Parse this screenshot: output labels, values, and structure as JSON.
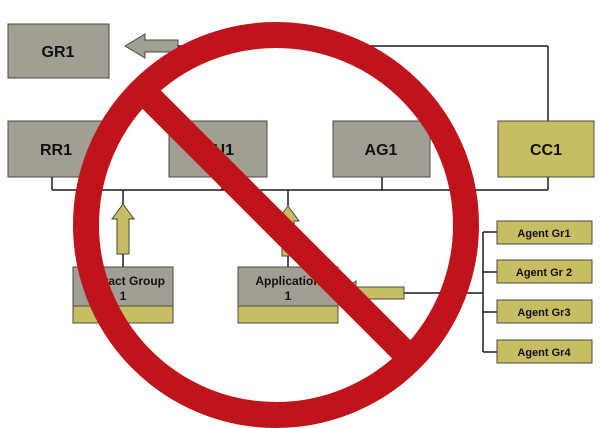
{
  "colors": {
    "gray_box": "#a19f93",
    "gold_box": "#c7bd62",
    "box_border": "#4a4a40",
    "line": "#1a1a1a",
    "arrow_fill": "#c7bd62",
    "arrow_gray": "#a19f93",
    "prohibit_red": "#c0141c"
  },
  "nodes": {
    "gr1": "GR1",
    "rr1": "RR1",
    "cu1": "CU1",
    "ag1": "AG1",
    "cc1": "CC1",
    "contact_group": [
      "Contact Group",
      "1"
    ],
    "application": [
      "Application",
      "1"
    ],
    "agent_groups": [
      "Agent Gr1",
      "Agent Gr 2",
      "Agent Gr3",
      "Agent Gr4"
    ]
  },
  "overlay": {
    "icon": "prohibited-icon"
  }
}
